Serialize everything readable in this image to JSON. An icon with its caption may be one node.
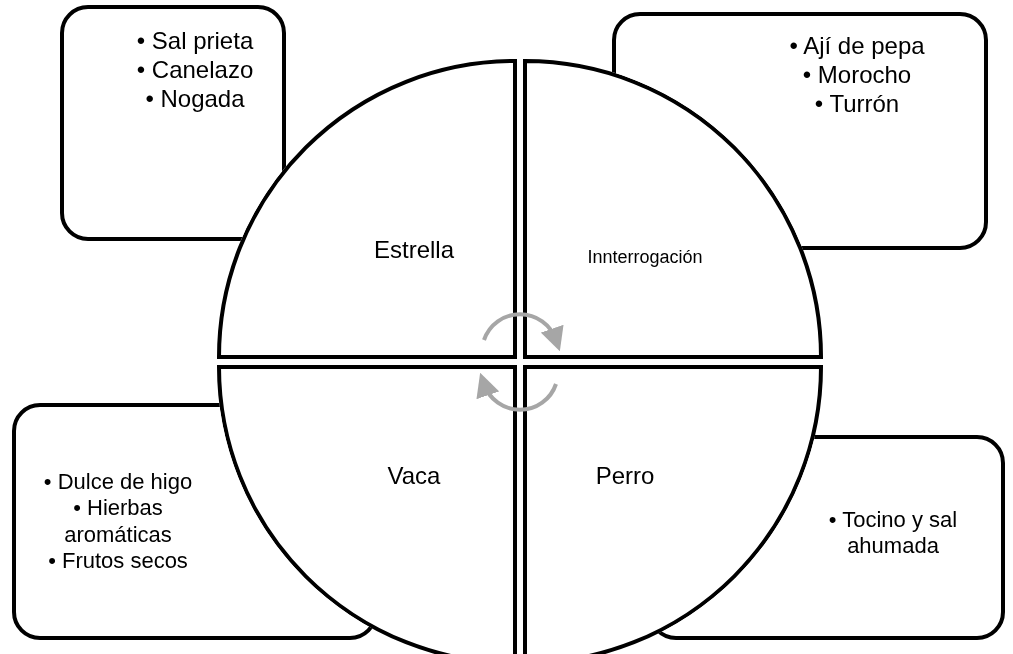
{
  "diagram": {
    "nodes": [
      {
        "text": [
          "• Sal prieta",
          "• Canelazo",
          "• Nogada"
        ]
      },
      {
        "text": [
          "• Ají de pepa",
          "• Morocho",
          "• Turrón"
        ]
      },
      {
        "text": [
          "Estrella"
        ]
      },
      {
        "text": [
          "Innterrogación"
        ]
      },
      {
        "text": [
          "Vaca"
        ]
      },
      {
        "text": [
          "Perro"
        ]
      },
      {
        "text": [
          "• Dulce de higo",
          "• Hierbas aromáticas",
          "• Frutos secos"
        ]
      },
      {
        "text": [
          "• Tocino y sal ahumada"
        ]
      }
    ],
    "edges": [
      {
        "from": 2,
        "to": 3,
        "arrow": "to",
        "color": "#a6a6a6"
      },
      {
        "from": 5,
        "to": 4,
        "arrow": "to",
        "color": "#a6a6a6"
      }
    ]
  }
}
